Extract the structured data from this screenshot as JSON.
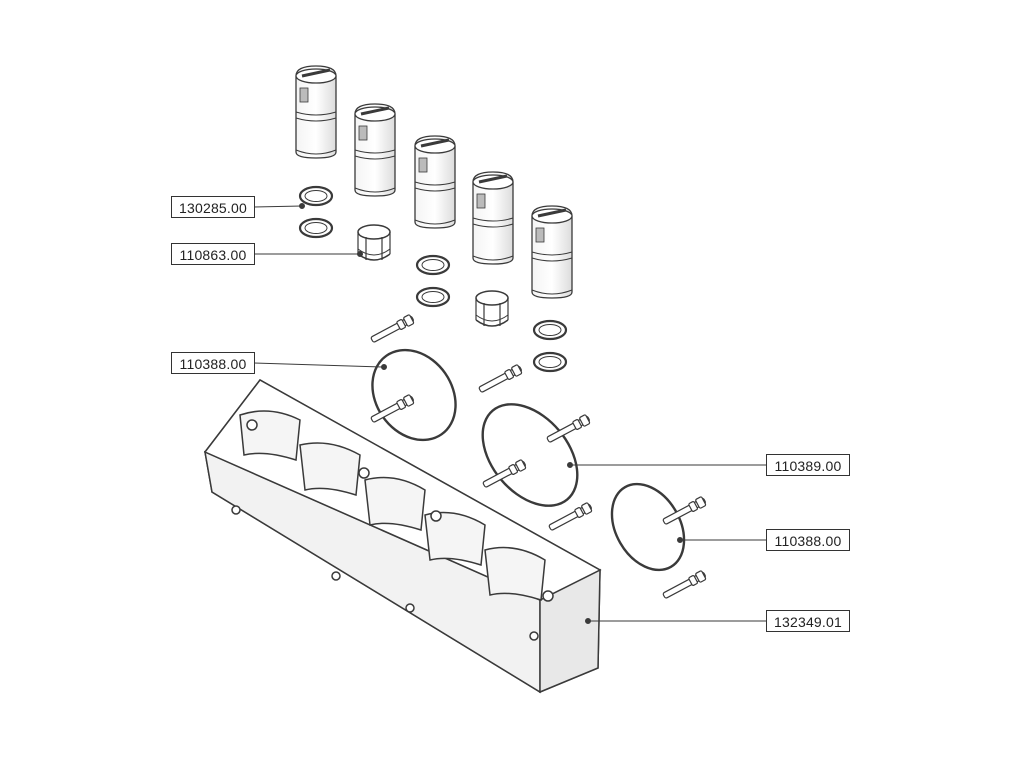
{
  "callouts": {
    "p130285": "130285.00",
    "p110863": "110863.00",
    "p110388_left": "110388.00",
    "p110389": "110389.00",
    "p110388_right": "110388.00",
    "p132349": "132349.01"
  },
  "colors": {
    "stroke": "#3a3a3a",
    "fill": "#ffffff",
    "shade": "#eeeeee"
  }
}
